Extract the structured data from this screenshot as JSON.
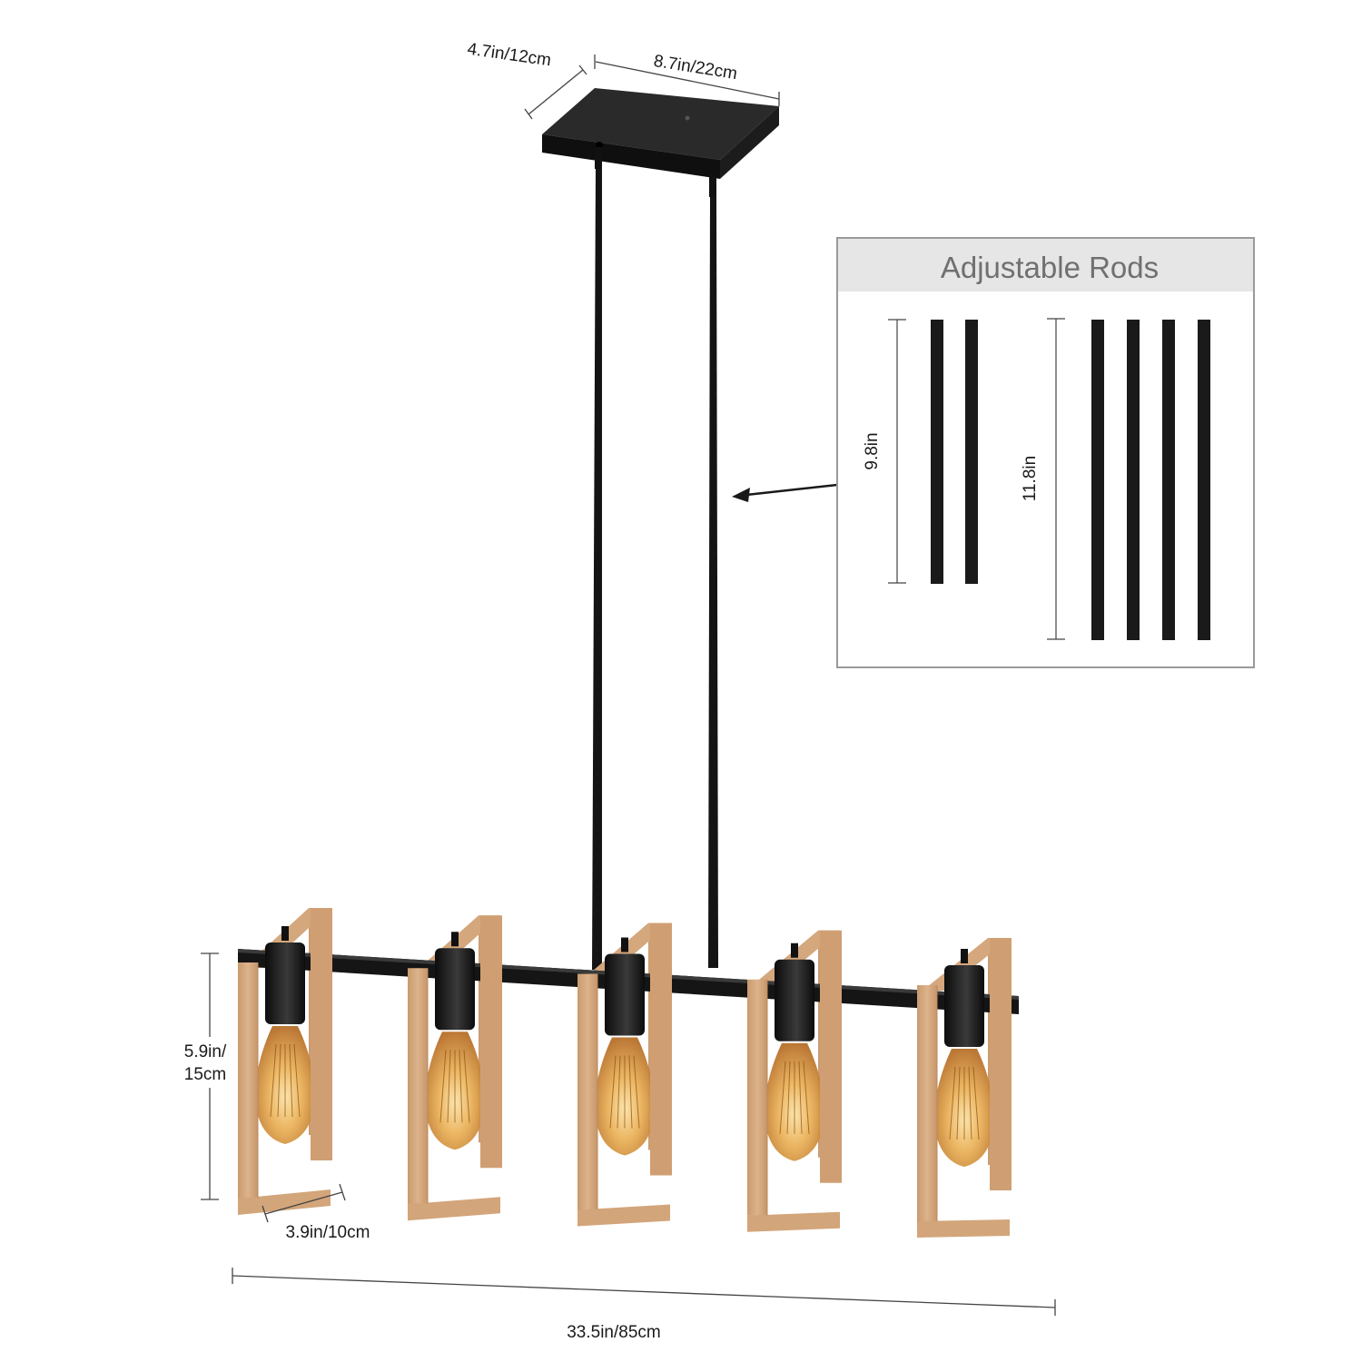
{
  "canopy_dims": {
    "depth": "4.7in/12cm",
    "width": "8.7in/22cm"
  },
  "rods_panel": {
    "title": "Adjustable Rods",
    "short_set_label": "9.8in",
    "long_set_label": "11.8in",
    "short_set_count": 2,
    "long_set_count": 4
  },
  "shade_dims": {
    "height_line1": "5.9in/",
    "height_line2": "15cm",
    "depth": "3.9in/10cm"
  },
  "overall_length": "33.5in/85cm",
  "light_count": 5,
  "colors": {
    "metal": "#151515",
    "wood": "#d9ab82",
    "wood_edge": "#b88a60",
    "bulb": "#e9a24a",
    "panel_header": "#e6e6e6",
    "panel_border": "#9a9a9a"
  }
}
